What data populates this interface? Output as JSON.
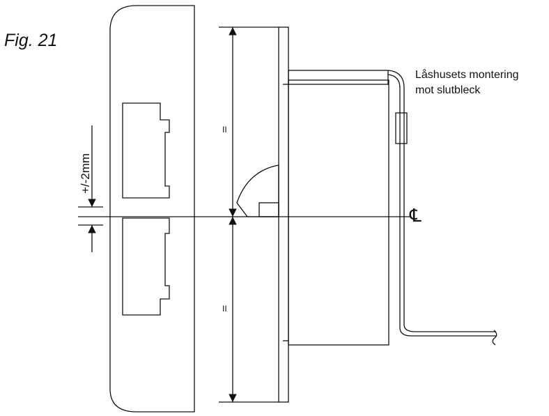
{
  "figure": {
    "label": "Fig. 21",
    "annotation_line1": "Låshusets montering",
    "annotation_line2": "mot slutbleck",
    "tolerance": "+/-2mm",
    "centerline_symbol": "℄",
    "equal_mark_upper": "II",
    "equal_mark_lower": "II"
  }
}
